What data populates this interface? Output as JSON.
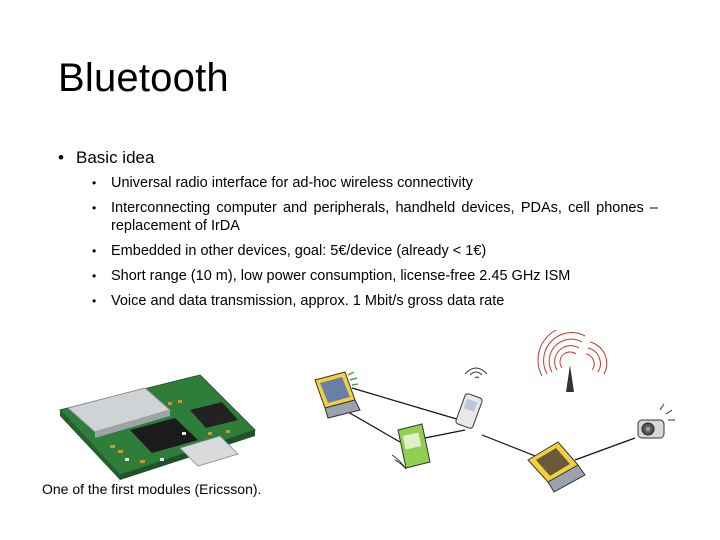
{
  "slide": {
    "title": "Bluetooth",
    "bullets": [
      {
        "text": "Basic idea",
        "sub": [
          "Universal radio interface for ad-hoc wireless connectivity",
          "Interconnecting computer and peripherals, handheld devices, PDAs, cell phones – replacement of IrDA",
          "Embedded in other devices, goal: 5€/device (already < 1€)",
          "Short range (10 m), low power consumption, license-free 2.45 GHz ISM",
          "Voice and data transmission, approx. 1 Mbit/s gross data rate"
        ]
      }
    ],
    "caption": "One of the first modules (Ericsson).",
    "bullet_glyph": "•",
    "colors": {
      "board": "#2f7d3a",
      "radio_waves": "#c0392b",
      "device_yellow": "#f4d03f",
      "device_green": "#8fd14f"
    }
  }
}
